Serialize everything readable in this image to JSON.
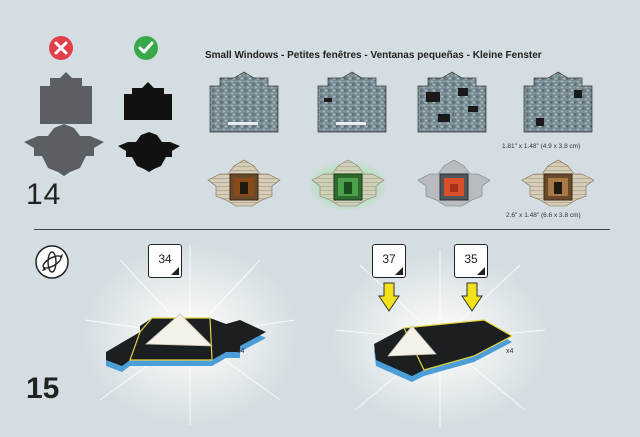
{
  "status_icons": [
    {
      "name": "wrong-icon",
      "color": "#e0404a"
    },
    {
      "name": "correct-icon",
      "color": "#3aa84a"
    }
  ],
  "step14": {
    "number": "14",
    "title": "Small Windows - Petites fenêtres - Ventanas pequeñas -  Kleine Fenster",
    "dim_upper": "1.81\" x 1.48\" (4.9 x 3.8 cm)",
    "dim_lower": "2.6\" x 1.48\" (6.6 x 3.8 cm)"
  },
  "step15": {
    "number": "15",
    "left_tag": "34",
    "right_tags": [
      "37",
      "35"
    ],
    "left_qty": "x4",
    "right_qty": "x4"
  },
  "colors": {
    "background": "#d4dde1",
    "arrow_yellow": "#f2e21c",
    "tile_blue": "#4c9ed8"
  }
}
